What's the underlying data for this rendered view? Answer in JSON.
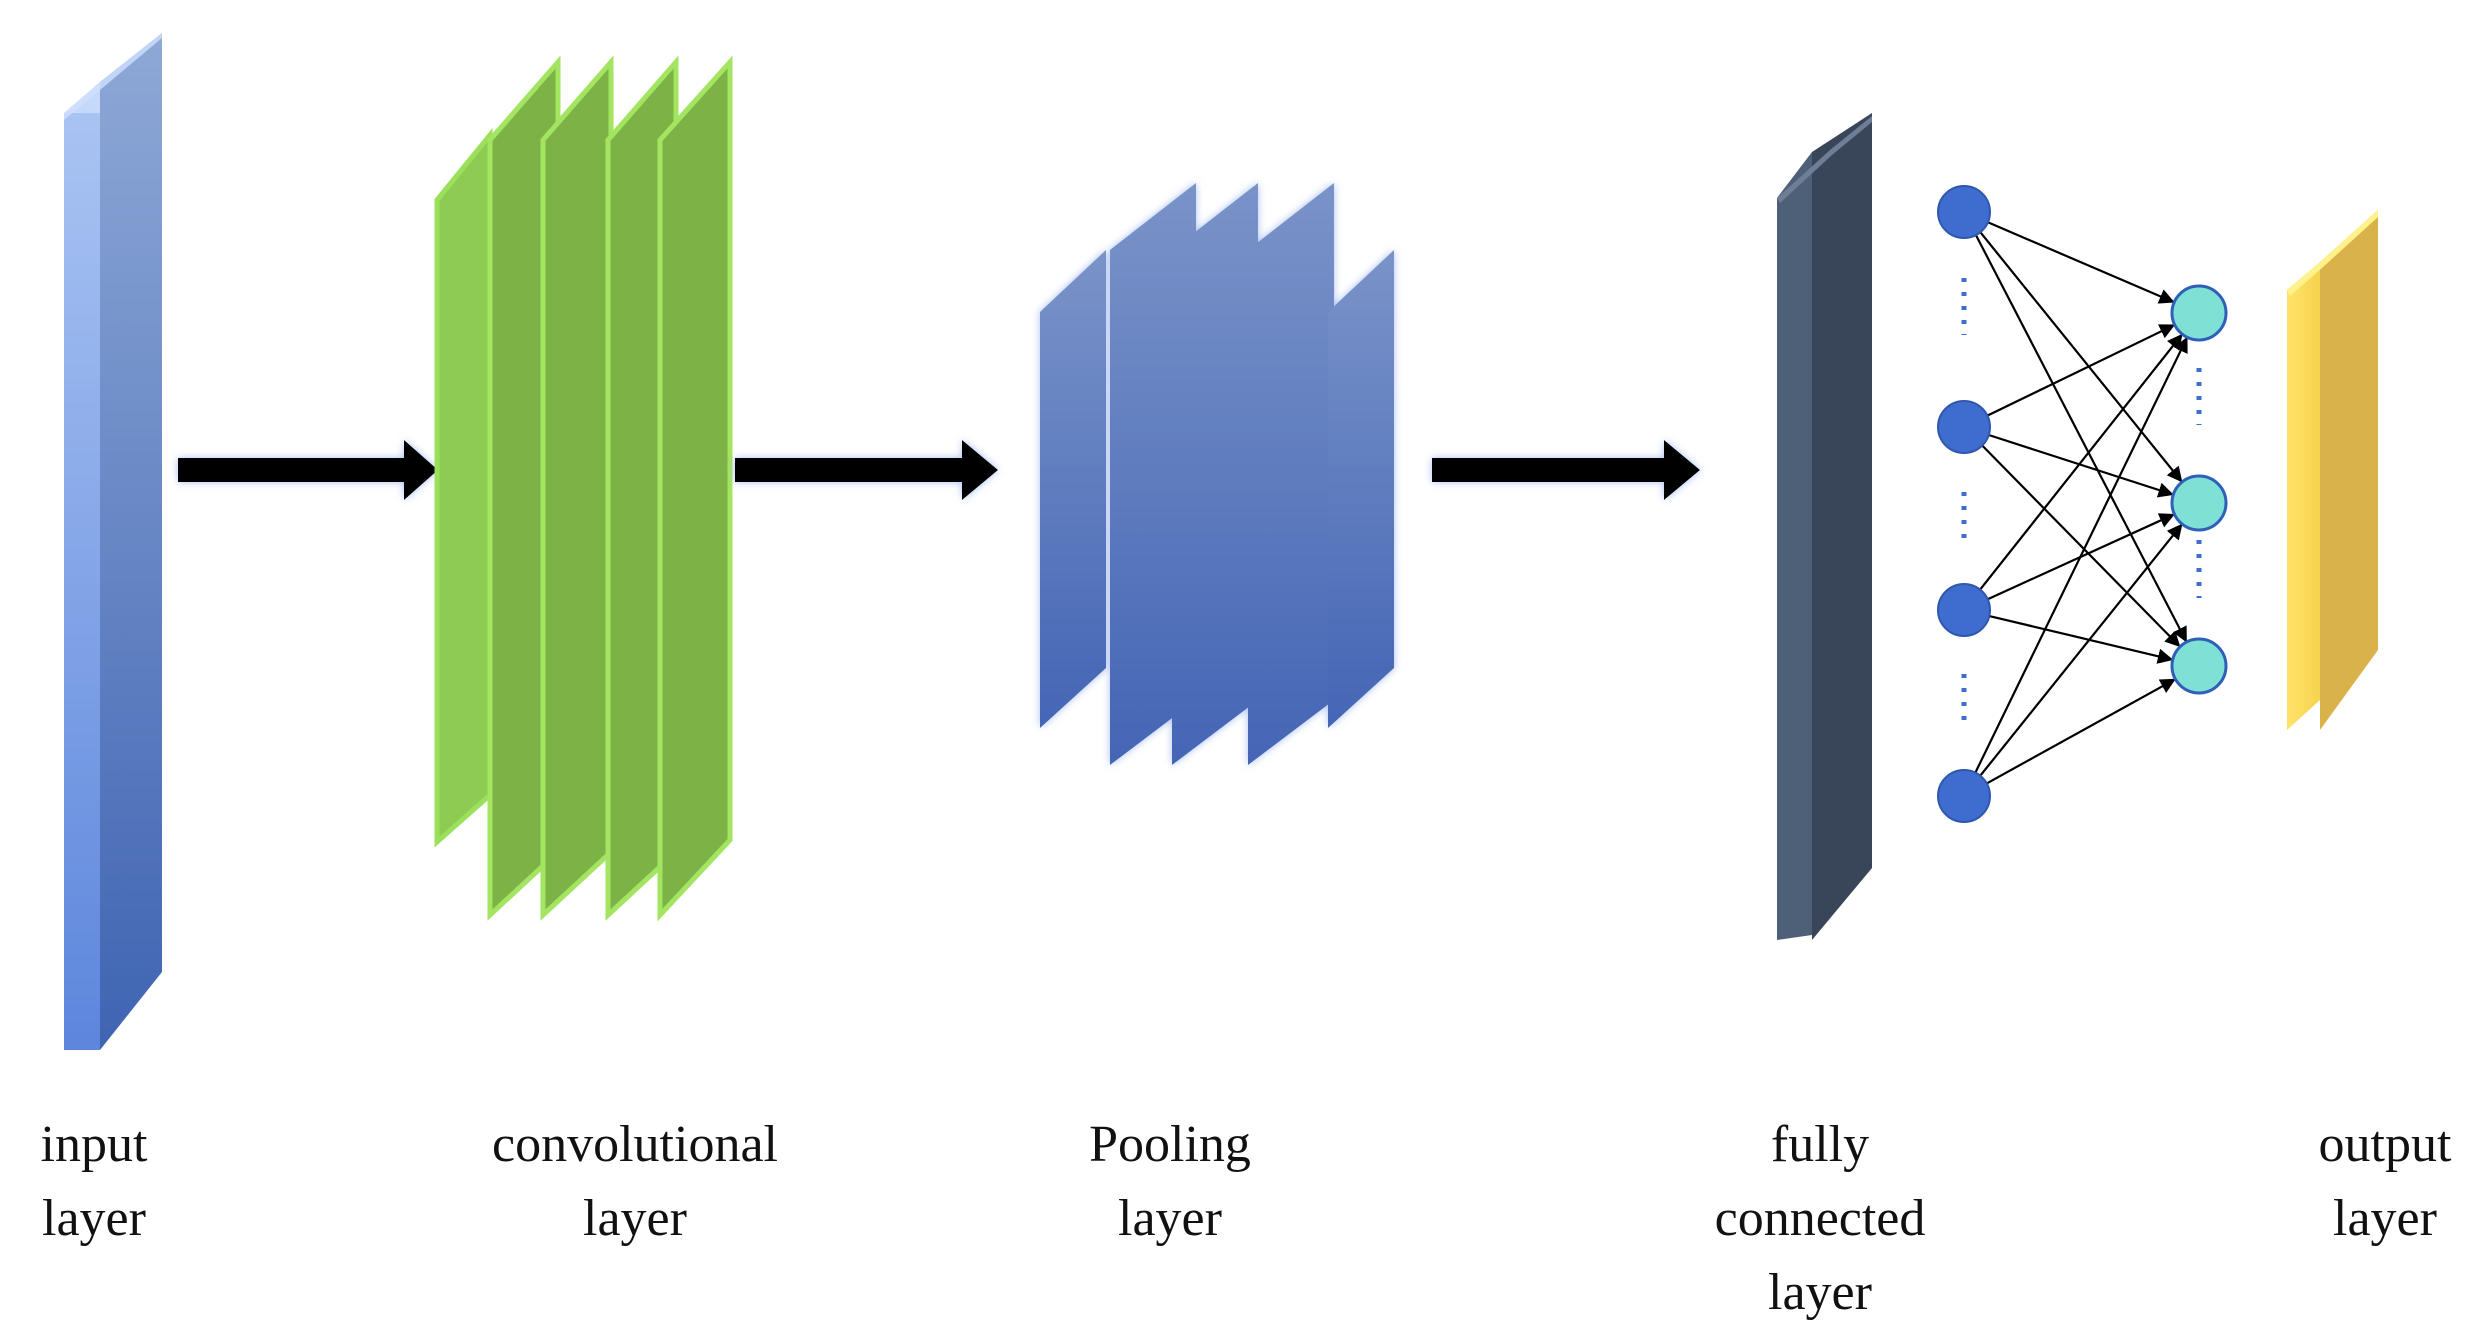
{
  "labels": {
    "input": [
      "input",
      "layer"
    ],
    "convolutional": [
      "convolutional",
      "layer"
    ],
    "pooling": [
      "Pooling",
      "layer"
    ],
    "fully_connected": [
      "fully",
      "connected",
      "layer"
    ],
    "output": [
      "output",
      "layer"
    ]
  },
  "network": {
    "left_nodes": 4,
    "right_nodes": 3,
    "fully_connected": true
  },
  "colors": {
    "input_layer": "#6e8fd6",
    "convolutional_layer": "#7db346",
    "pooling_layer": "#5a78b8",
    "fully_connected_layer": "#43546c",
    "output_layer": "#f3cf4a",
    "left_nodes": "#3e6ccf",
    "right_nodes": "#7fe1d6",
    "arrows": "#000000"
  }
}
